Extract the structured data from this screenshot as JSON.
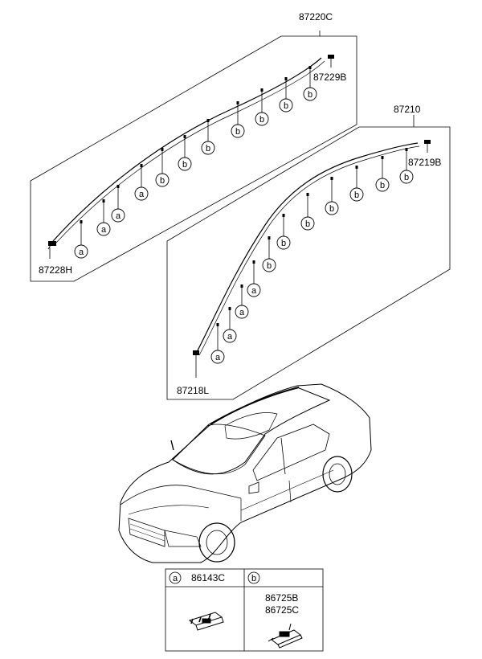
{
  "parts": {
    "upper_assembly": "87220C",
    "upper_front_end": "87228H",
    "upper_rear_end": "87229B",
    "lower_assembly": "87210",
    "lower_front_end": "87218L",
    "lower_rear_end": "87219B"
  },
  "markers": {
    "a": "a",
    "b": "b"
  },
  "legend": {
    "a_symbol": "a",
    "a_part": "86143C",
    "b_symbol": "b",
    "b_part_1": "86725B",
    "b_part_2": "86725C"
  }
}
